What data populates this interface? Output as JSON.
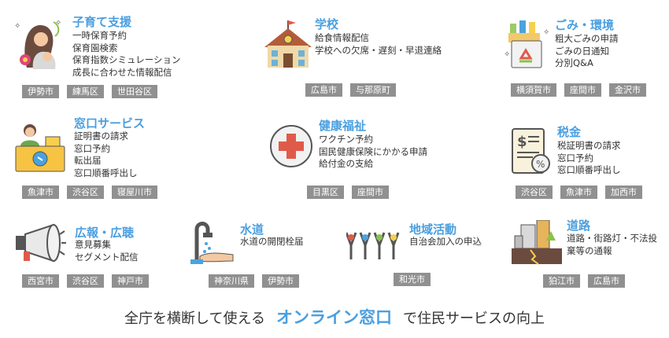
{
  "cards": [
    {
      "title": "子育て支援",
      "items": [
        "一時保育予約",
        "保育園検索",
        "保育指数シミュレーション",
        "成長に合わせた情報配信"
      ],
      "tags": [
        "伊勢市",
        "練馬区",
        "世田谷区"
      ]
    },
    {
      "title": "学校",
      "items": [
        "給食情報配信",
        "学校への欠席・遅刻・早退連絡"
      ],
      "tags": [
        "広島市",
        "与那原町"
      ]
    },
    {
      "title": "ごみ・環境",
      "items": [
        "粗大ごみの申請",
        "ごみの日通知",
        "分別Q&A"
      ],
      "tags": [
        "横須賀市",
        "座間市",
        "金沢市"
      ]
    },
    {
      "title": "窓口サービス",
      "items": [
        "証明書の請求",
        "窓口予約",
        "転出届",
        "窓口順番呼出し"
      ],
      "tags": [
        "魚津市",
        "渋谷区",
        "寝屋川市"
      ]
    },
    {
      "title": "健康福祉",
      "items": [
        "ワクチン予約",
        "国民健康保険にかかる申請",
        "給付金の支給"
      ],
      "tags": [
        "目黒区",
        "座間市"
      ]
    },
    {
      "title": "税金",
      "items": [
        "税証明書の請求",
        "窓口予約",
        "窓口順番呼出し"
      ],
      "tags": [
        "渋谷区",
        "魚津市",
        "加西市"
      ]
    },
    {
      "title": "広報・広聴",
      "items": [
        "意見募集",
        "セグメント配信"
      ],
      "tags": [
        "西宮市",
        "渋谷区",
        "神戸市"
      ]
    },
    {
      "title": "水道",
      "items": [
        "水道の開閉栓届"
      ],
      "tags": [
        "神奈川県",
        "伊勢市"
      ]
    },
    {
      "title": "地域活動",
      "items": [
        "自治会加入の申込"
      ],
      "tags": [
        "和光市"
      ]
    },
    {
      "title": "道路",
      "items": [
        "道路・街路灯・不法投",
        "棄等の通報"
      ],
      "tags": [
        "狛江市",
        "広島市"
      ]
    }
  ],
  "footer": {
    "before": "全庁を横断して使える",
    "highlight": "オンライン窓口",
    "after": "で住民サービスの向上"
  }
}
